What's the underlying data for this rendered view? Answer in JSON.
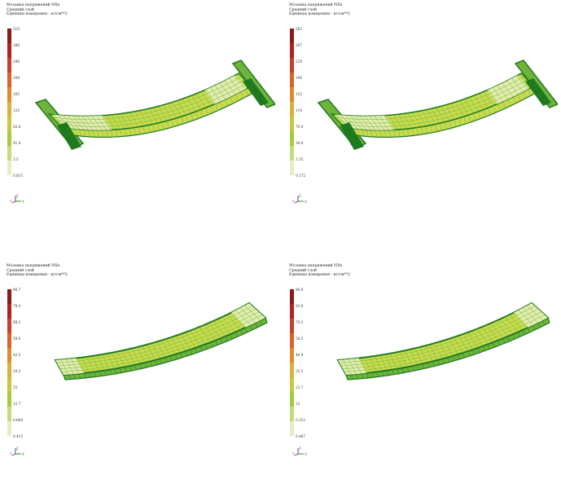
{
  "colors": {
    "scale": [
      "#8b1a1a",
      "#b22222",
      "#c9402a",
      "#d9632d",
      "#e08a2f",
      "#d8b23a",
      "#c9c83f",
      "#a9c93e",
      "#c5dc7a",
      "#e6eec8"
    ],
    "model_dark": "#1f7a1f",
    "model_mid": "#6fb43a",
    "model_fill": "#c8db4e",
    "model_light": "#e3ecb0"
  },
  "panels": [
    {
      "header": [
        "Мозаика напряжений NXn",
        "Средний слой",
        "Единицы измерения - кг/см**2"
      ],
      "ticks": [
        "310",
        "288",
        "248",
        "208",
        "165",
        "124",
        "82.8",
        "41.4",
        "5.5",
        "0.615"
      ]
    },
    {
      "header": [
        "Мозаика напряжений NXn",
        "Средний слой",
        "Единицы измерения - кг/см**2"
      ],
      "ticks": [
        "263",
        "207",
        "229",
        "190",
        "152",
        "114",
        "76.4",
        "38.4",
        "3.35",
        "0.172"
      ]
    },
    {
      "header": [
        "Мозаика напряжений NXn",
        "Средний слой",
        "Единицы измерения - кг/см**2"
      ],
      "ticks": [
        "80.7",
        "78.4",
        "68.2",
        "58.0",
        "42.5",
        "34.3",
        "25",
        "12.7",
        "0.608",
        "0.415"
      ]
    },
    {
      "header": [
        "Мозаика напряжений NXn",
        "Средний слой",
        "Единицы измерения - кг/см**2"
      ],
      "ticks": [
        "80.8",
        "83.8",
        "70.2",
        "58.5",
        "46.9",
        "35.3",
        "23.7",
        "12",
        "0.353",
        "0.487"
      ]
    }
  ],
  "axes": {
    "y": "Y",
    "z": "Z",
    "x": "X"
  }
}
